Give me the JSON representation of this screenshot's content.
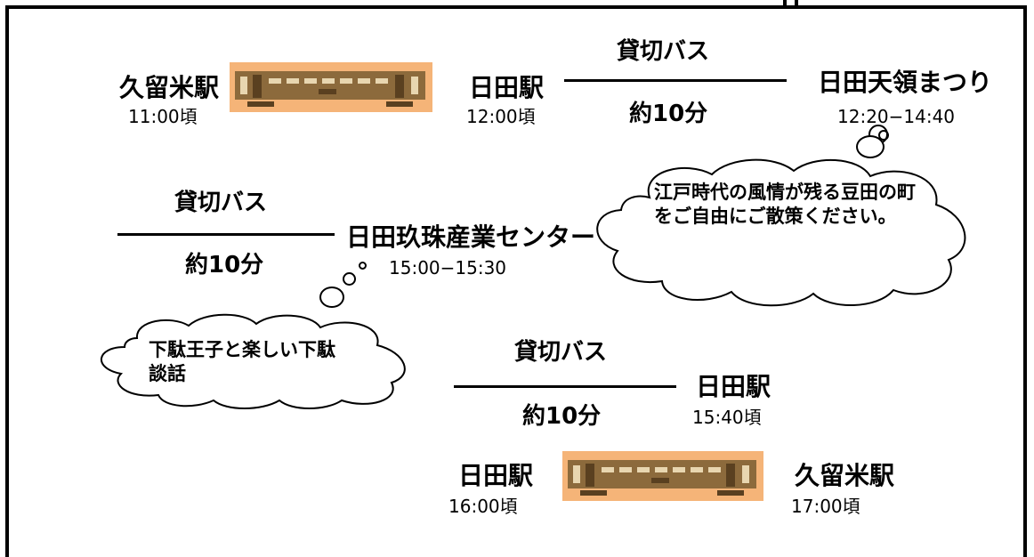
{
  "route": [
    {
      "station": "久留米駅",
      "time": "11:00頃"
    },
    {
      "station": "日田駅",
      "time": "12:00頃"
    },
    {
      "station": "日田天領まつり",
      "time": "12:20−14:40"
    },
    {
      "station": "日田玖珠産業センター",
      "time": "15:00−15:30"
    },
    {
      "station": "日田駅",
      "time": "15:40頃"
    },
    {
      "station": "日田駅",
      "time": "16:00頃"
    },
    {
      "station": "久留米駅",
      "time": "17:00頃"
    }
  ],
  "bus_legs": [
    {
      "label": "貸切バス",
      "duration": "約10分"
    },
    {
      "label": "貸切バス",
      "duration": "約10分"
    },
    {
      "label": "貸切バス",
      "duration": "約10分"
    }
  ],
  "clouds": [
    {
      "text": "江戸時代の風情が残る豆田の町をご自由にご散策ください。"
    },
    {
      "text": "下駄王子と楽しい下駄談話"
    }
  ],
  "colors": {
    "train_bg": "#f5b478",
    "train_body": "#8c6a3c",
    "line": "#000000"
  }
}
